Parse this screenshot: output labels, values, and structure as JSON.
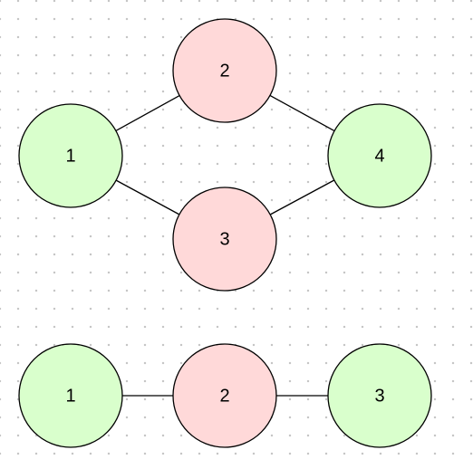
{
  "colors": {
    "green_fill": "#d9ffcc",
    "red_fill": "#ffd9d9",
    "stroke": "#000000",
    "edge": "#000000",
    "grid_dot": "#c4c4c4"
  },
  "graphs": [
    {
      "nodes": [
        {
          "label": "1",
          "fill": "green"
        },
        {
          "label": "2",
          "fill": "red"
        },
        {
          "label": "3",
          "fill": "red"
        },
        {
          "label": "4",
          "fill": "green"
        }
      ],
      "edges": [
        [
          "1",
          "2"
        ],
        [
          "1",
          "3"
        ],
        [
          "2",
          "4"
        ],
        [
          "3",
          "4"
        ]
      ]
    },
    {
      "nodes": [
        {
          "label": "1",
          "fill": "green"
        },
        {
          "label": "2",
          "fill": "red"
        },
        {
          "label": "3",
          "fill": "green"
        }
      ],
      "edges": [
        [
          "1",
          "2"
        ],
        [
          "2",
          "3"
        ]
      ]
    }
  ]
}
